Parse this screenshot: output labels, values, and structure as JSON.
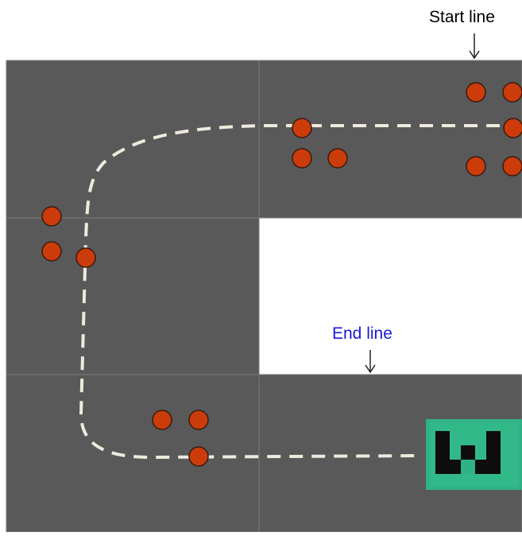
{
  "labels": {
    "start": "Start line",
    "end": "End line"
  },
  "colors": {
    "floor": "#595959",
    "tile_border": "#7a7a7a",
    "path": "#eeeadc",
    "obstacle_fill": "#cc3c0a",
    "obstacle_stroke": "#3a1a10",
    "start_text": "#000000",
    "end_text": "#1a1ad6",
    "marker_bg": "#2fb386",
    "marker_fg": "#0d0d0d"
  },
  "legend": {
    "tiles": "track-floor-tiles",
    "obstacles": "obstacle-dots",
    "path": "dashed-route",
    "marker": "finish-marker-icon"
  }
}
